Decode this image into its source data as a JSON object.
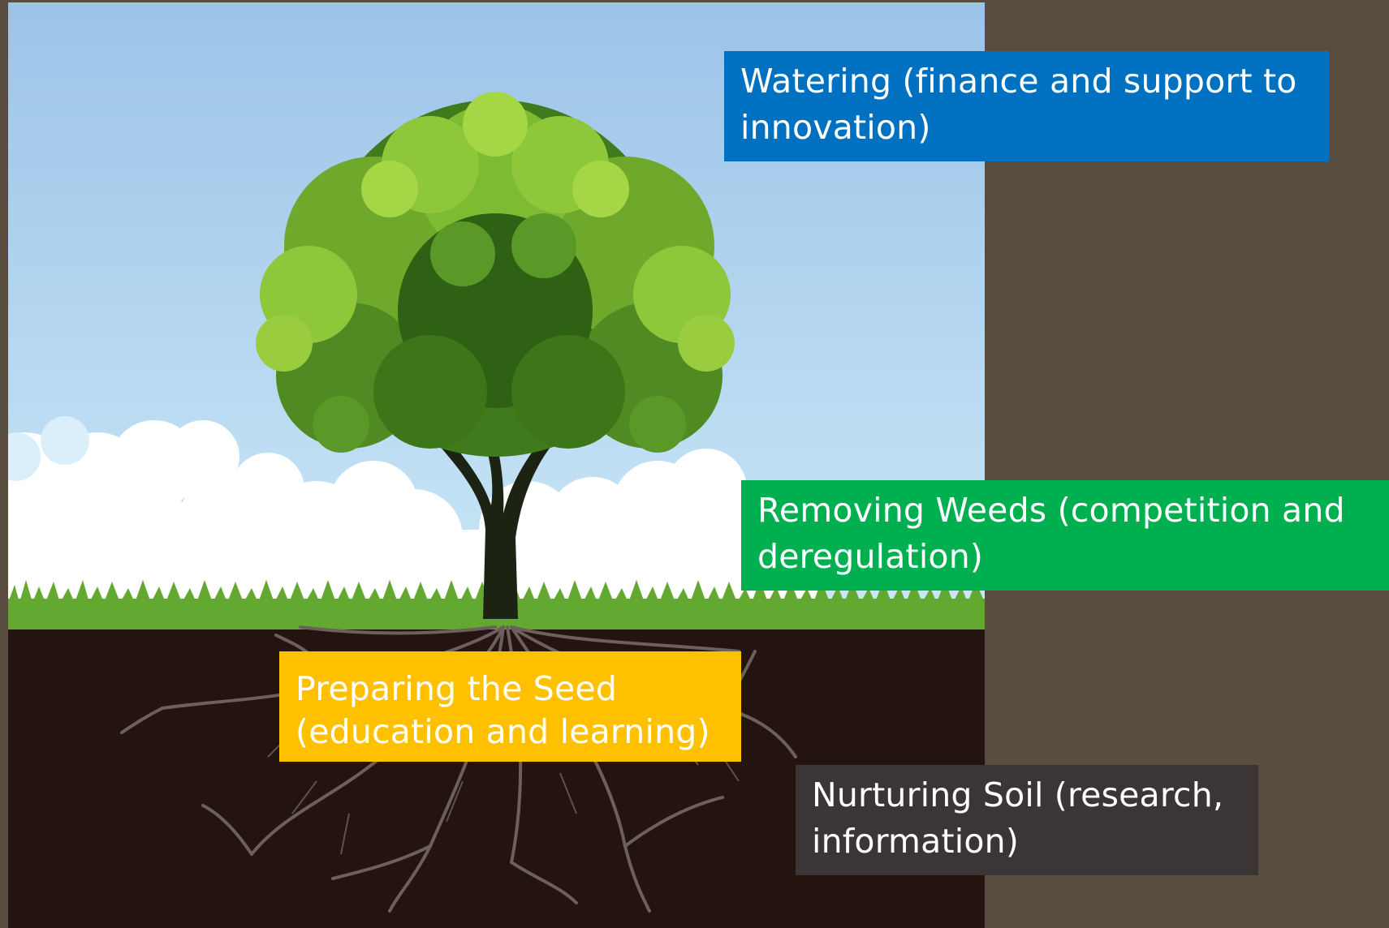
{
  "colors": {
    "background": "#594d3f",
    "sky_top": "#9ec4e8",
    "sky_bottom": "#c9e6f6",
    "soil": "#231410",
    "grass": "#63a831",
    "foliage_dark": "#3f7a1c",
    "foliage_light": "#9acc3f",
    "trunk": "#1c2312",
    "roots": "#6d5f5c"
  },
  "labels": {
    "watering": {
      "line1": "Watering (finance and support to",
      "line2": "innovation)",
      "color": "#0070c0"
    },
    "weeds": {
      "line1": "Removing Weeds (competition and",
      "line2": "deregulation)",
      "color": "#00b050"
    },
    "seed": {
      "line1": "Preparing the Seed",
      "line2": "(education and learning)",
      "color": "#ffc000"
    },
    "soil": {
      "line1": "Nurturing Soil (research,",
      "line2": "information)",
      "color": "#3b3536"
    }
  },
  "icons": {
    "tree": "tree-illustration",
    "roots": "roots-illustration",
    "clouds": "cloud-shapes"
  }
}
